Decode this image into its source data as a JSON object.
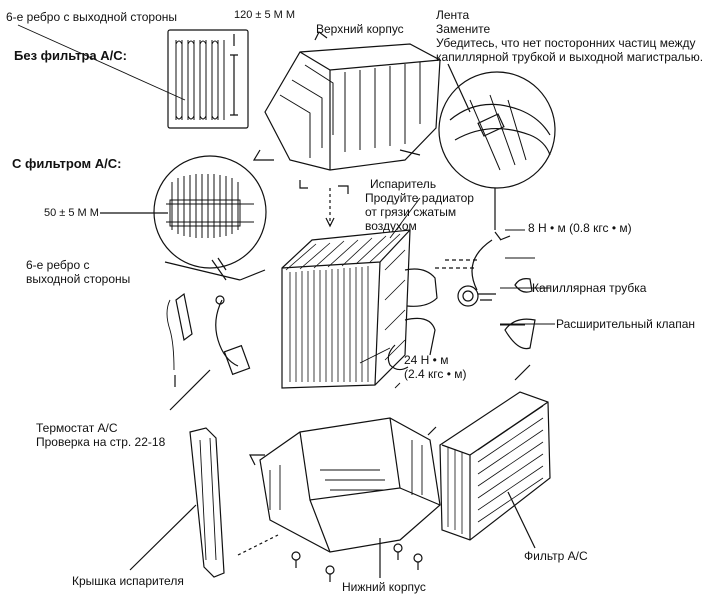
{
  "labels": {
    "rib6_out_top": "6-е ребро с выходной стороны",
    "dim_120": "120 ± 5 М М",
    "no_filter": "Без фильтра А/С:",
    "upper_case": "Верхний корпус",
    "tape_title": "Лента",
    "tape_replace": "Замените",
    "tape_note_1": "Убедитесь, что нет посторонних частиц между",
    "tape_note_2": "капиллярной трубкой и выходной магистралью.",
    "with_filter": "С фильтром А/С:",
    "evaporator": "Испаритель",
    "blow_1": "Продуйте радиатор",
    "blow_2": "от грязи сжатым",
    "blow_3": "воздухом",
    "dim_50": "50 ± 5 М М",
    "torque_8": "8 Н • м (0.8 кгс • м)",
    "rib6_1": "6-е ребро с",
    "rib6_2": "выходной стороны",
    "capillary": "Капиллярная трубка",
    "exp_valve": "Расширительный клапан",
    "torque_24_1": "24 Н • м",
    "torque_24_2": "(2.4 кгс • м)",
    "thermostat_1": "Термостат А/С",
    "thermostat_2": "Проверка на стр. 22-18",
    "filter": "Фильтр А/С",
    "evap_cover": "Крышка испарителя",
    "lower_case": "Нижний корпус"
  }
}
